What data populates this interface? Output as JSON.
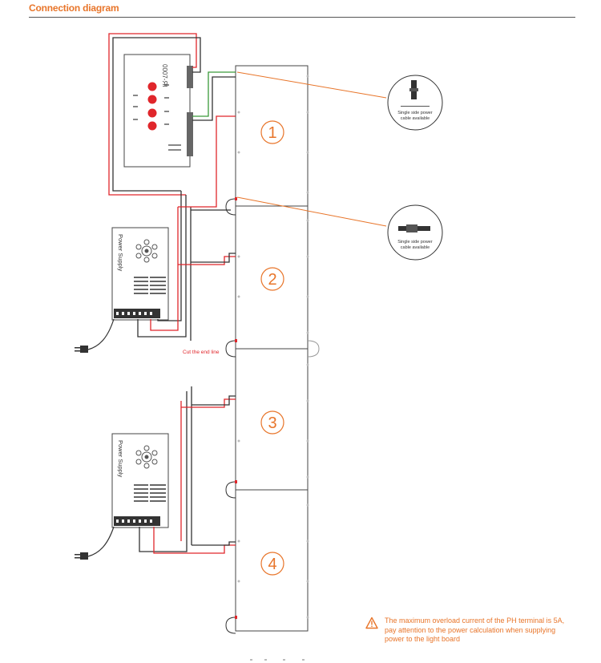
{
  "header": {
    "title": "Connection diagram"
  },
  "panels": [
    {
      "number": "1"
    },
    {
      "number": "2"
    },
    {
      "number": "3"
    },
    {
      "number": "4"
    }
  ],
  "controller": {
    "label": "0007-ЯI"
  },
  "power_supply": {
    "label": "Power Supply"
  },
  "callouts": [
    {
      "text_line1": "Single side power",
      "text_line2": "cable available"
    },
    {
      "text_line1": "Single side power",
      "text_line2": "cable available"
    }
  ],
  "cut_label": "Cut the end line",
  "note": {
    "text": "The maximum overload current of the PH terminal is 5A, pay attention to the power calculation when supplying power to the light board"
  },
  "colors": {
    "accent": "#e8752a",
    "wire_red": "#e0262b",
    "wire_green": "#3a9a3a",
    "wire_black": "#333333"
  },
  "icons": [
    "warning-icon",
    "connector-icon",
    "plug-icon",
    "fan-icon"
  ]
}
